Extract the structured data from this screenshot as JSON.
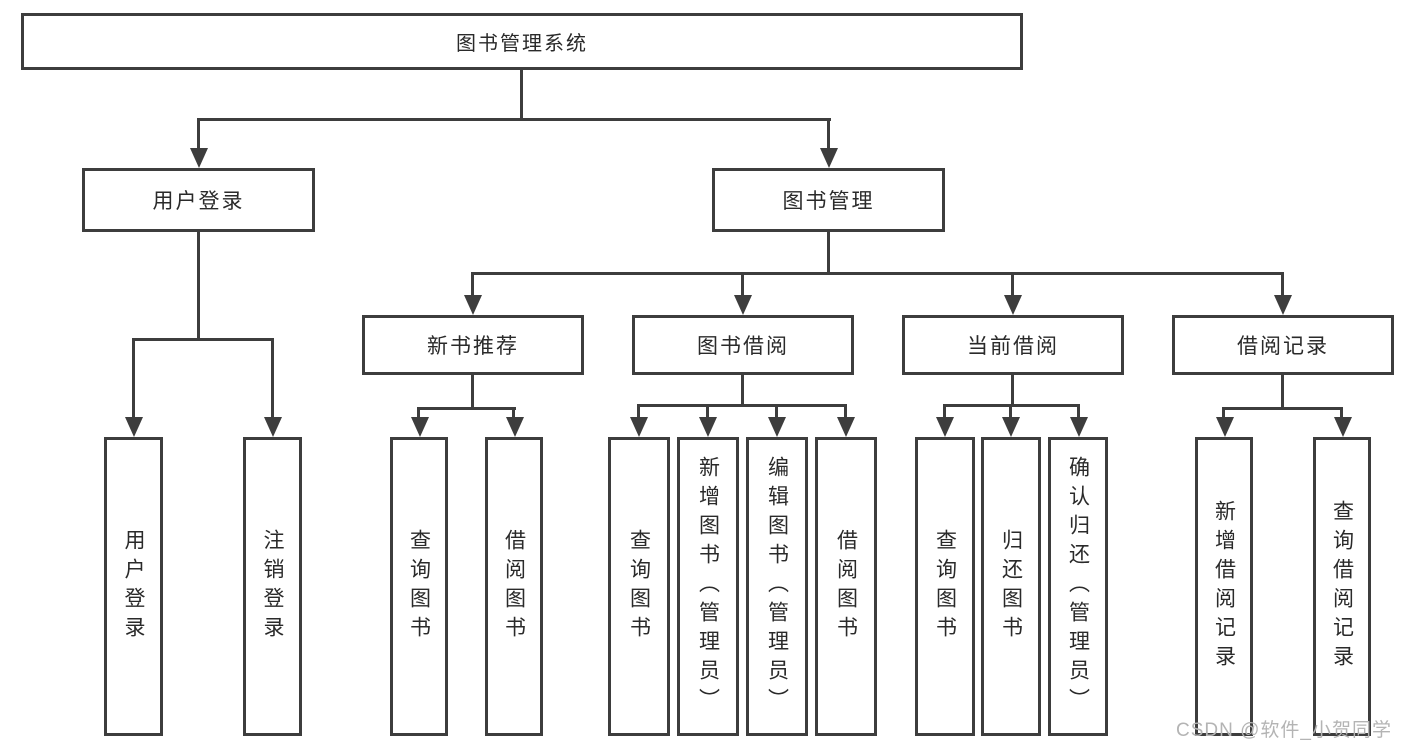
{
  "nodes": {
    "root": "图书管理系统",
    "user_login": "用户登录",
    "book_management": "图书管理",
    "new_book_recommend": "新书推荐",
    "book_borrowing": "图书借阅",
    "current_borrowing": "当前借阅",
    "borrowing_records": "借阅记录",
    "leaf_user_login": "用户登录",
    "leaf_logout": "注销登录",
    "leaf_query_books_recommend": "查询图书",
    "leaf_borrow_books_recommend": "借阅图书",
    "leaf_query_books_borrowing": "查询图书",
    "leaf_add_books_admin": "新增图书（管理员）",
    "leaf_edit_books_admin": "编辑图书（管理员）",
    "leaf_borrow_books_borrowing": "借阅图书",
    "leaf_query_books_current": "查询图书",
    "leaf_return_books": "归还图书",
    "leaf_confirm_return_admin": "确认归还（管理员）",
    "leaf_add_borrow_record": "新增借阅记录",
    "leaf_query_borrow_record": "查询借阅记录"
  },
  "watermark": "CSDN @软件_小贺同学",
  "colors": {
    "line": "#3d3d3d",
    "border": "#3d3d3d",
    "text": "#2a2a2a",
    "watermark": "#b4b4b4",
    "background": "#ffffff"
  }
}
